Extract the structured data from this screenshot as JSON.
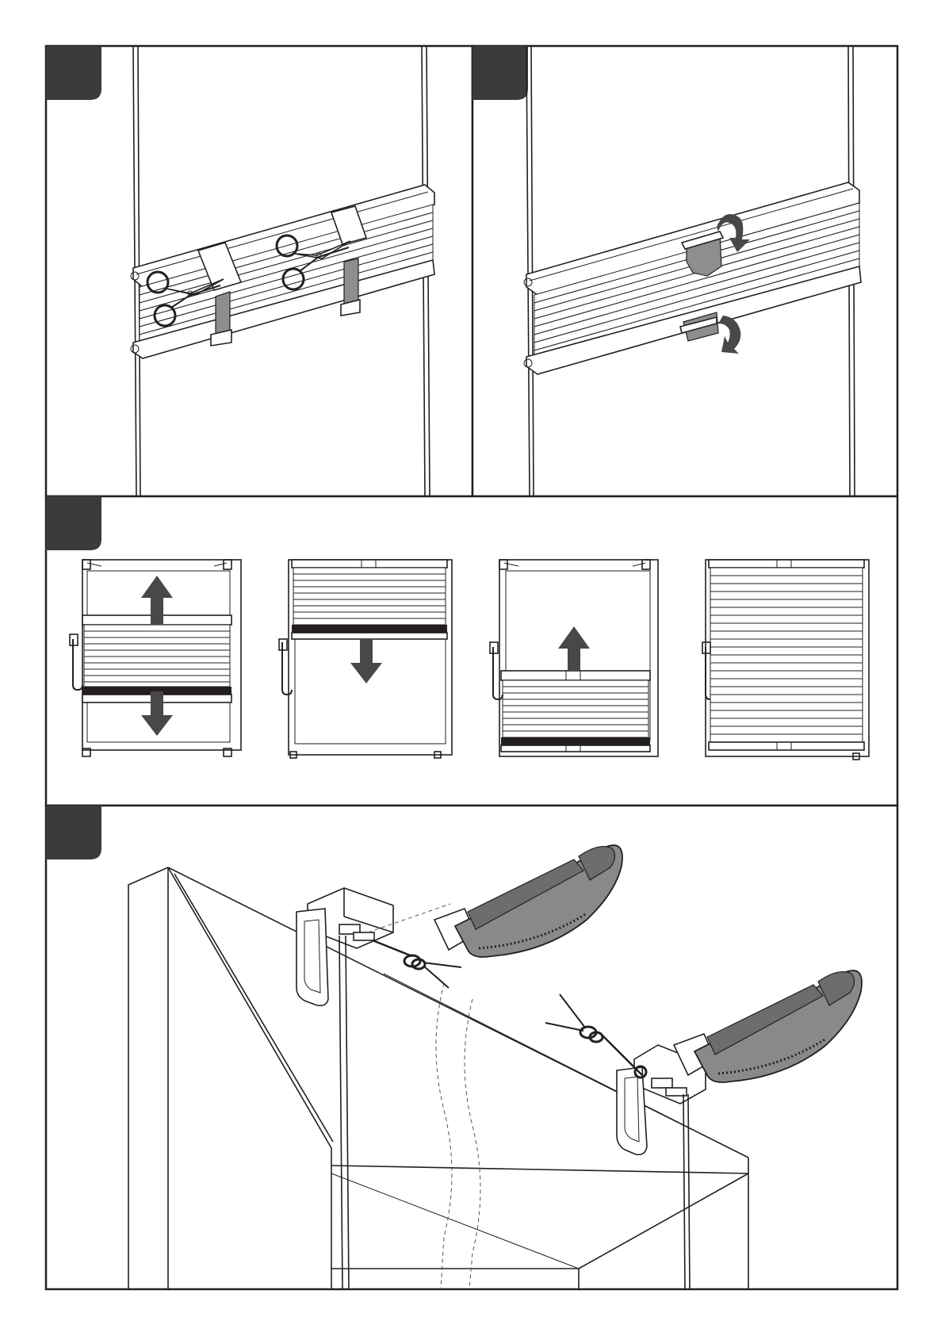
{
  "document": {
    "type": "assembly-instructions-page",
    "panels": [
      {
        "id": "cut-transport-straps",
        "tab_color": "#3d3a3b",
        "step_label": ""
      },
      {
        "id": "fold-down-brackets",
        "tab_color": "#3d3a3b",
        "step_label": ""
      },
      {
        "id": "blind-positions",
        "tab_color": "#3d3a3b",
        "step_label": ""
      },
      {
        "id": "knot-and-clamp-cords",
        "tab_color": "#3d3a3b",
        "step_label": ""
      }
    ],
    "icons": [
      "scissors-icon",
      "rotate-arrow-icon",
      "up-arrow-icon",
      "down-arrow-icon",
      "cord-knot-icon",
      "clamp-bracket-icon"
    ],
    "colors": {
      "line": "#231f20",
      "tab": "#3d3a3b",
      "grey_part": "#8f8d8e",
      "background": "#ffffff"
    }
  }
}
